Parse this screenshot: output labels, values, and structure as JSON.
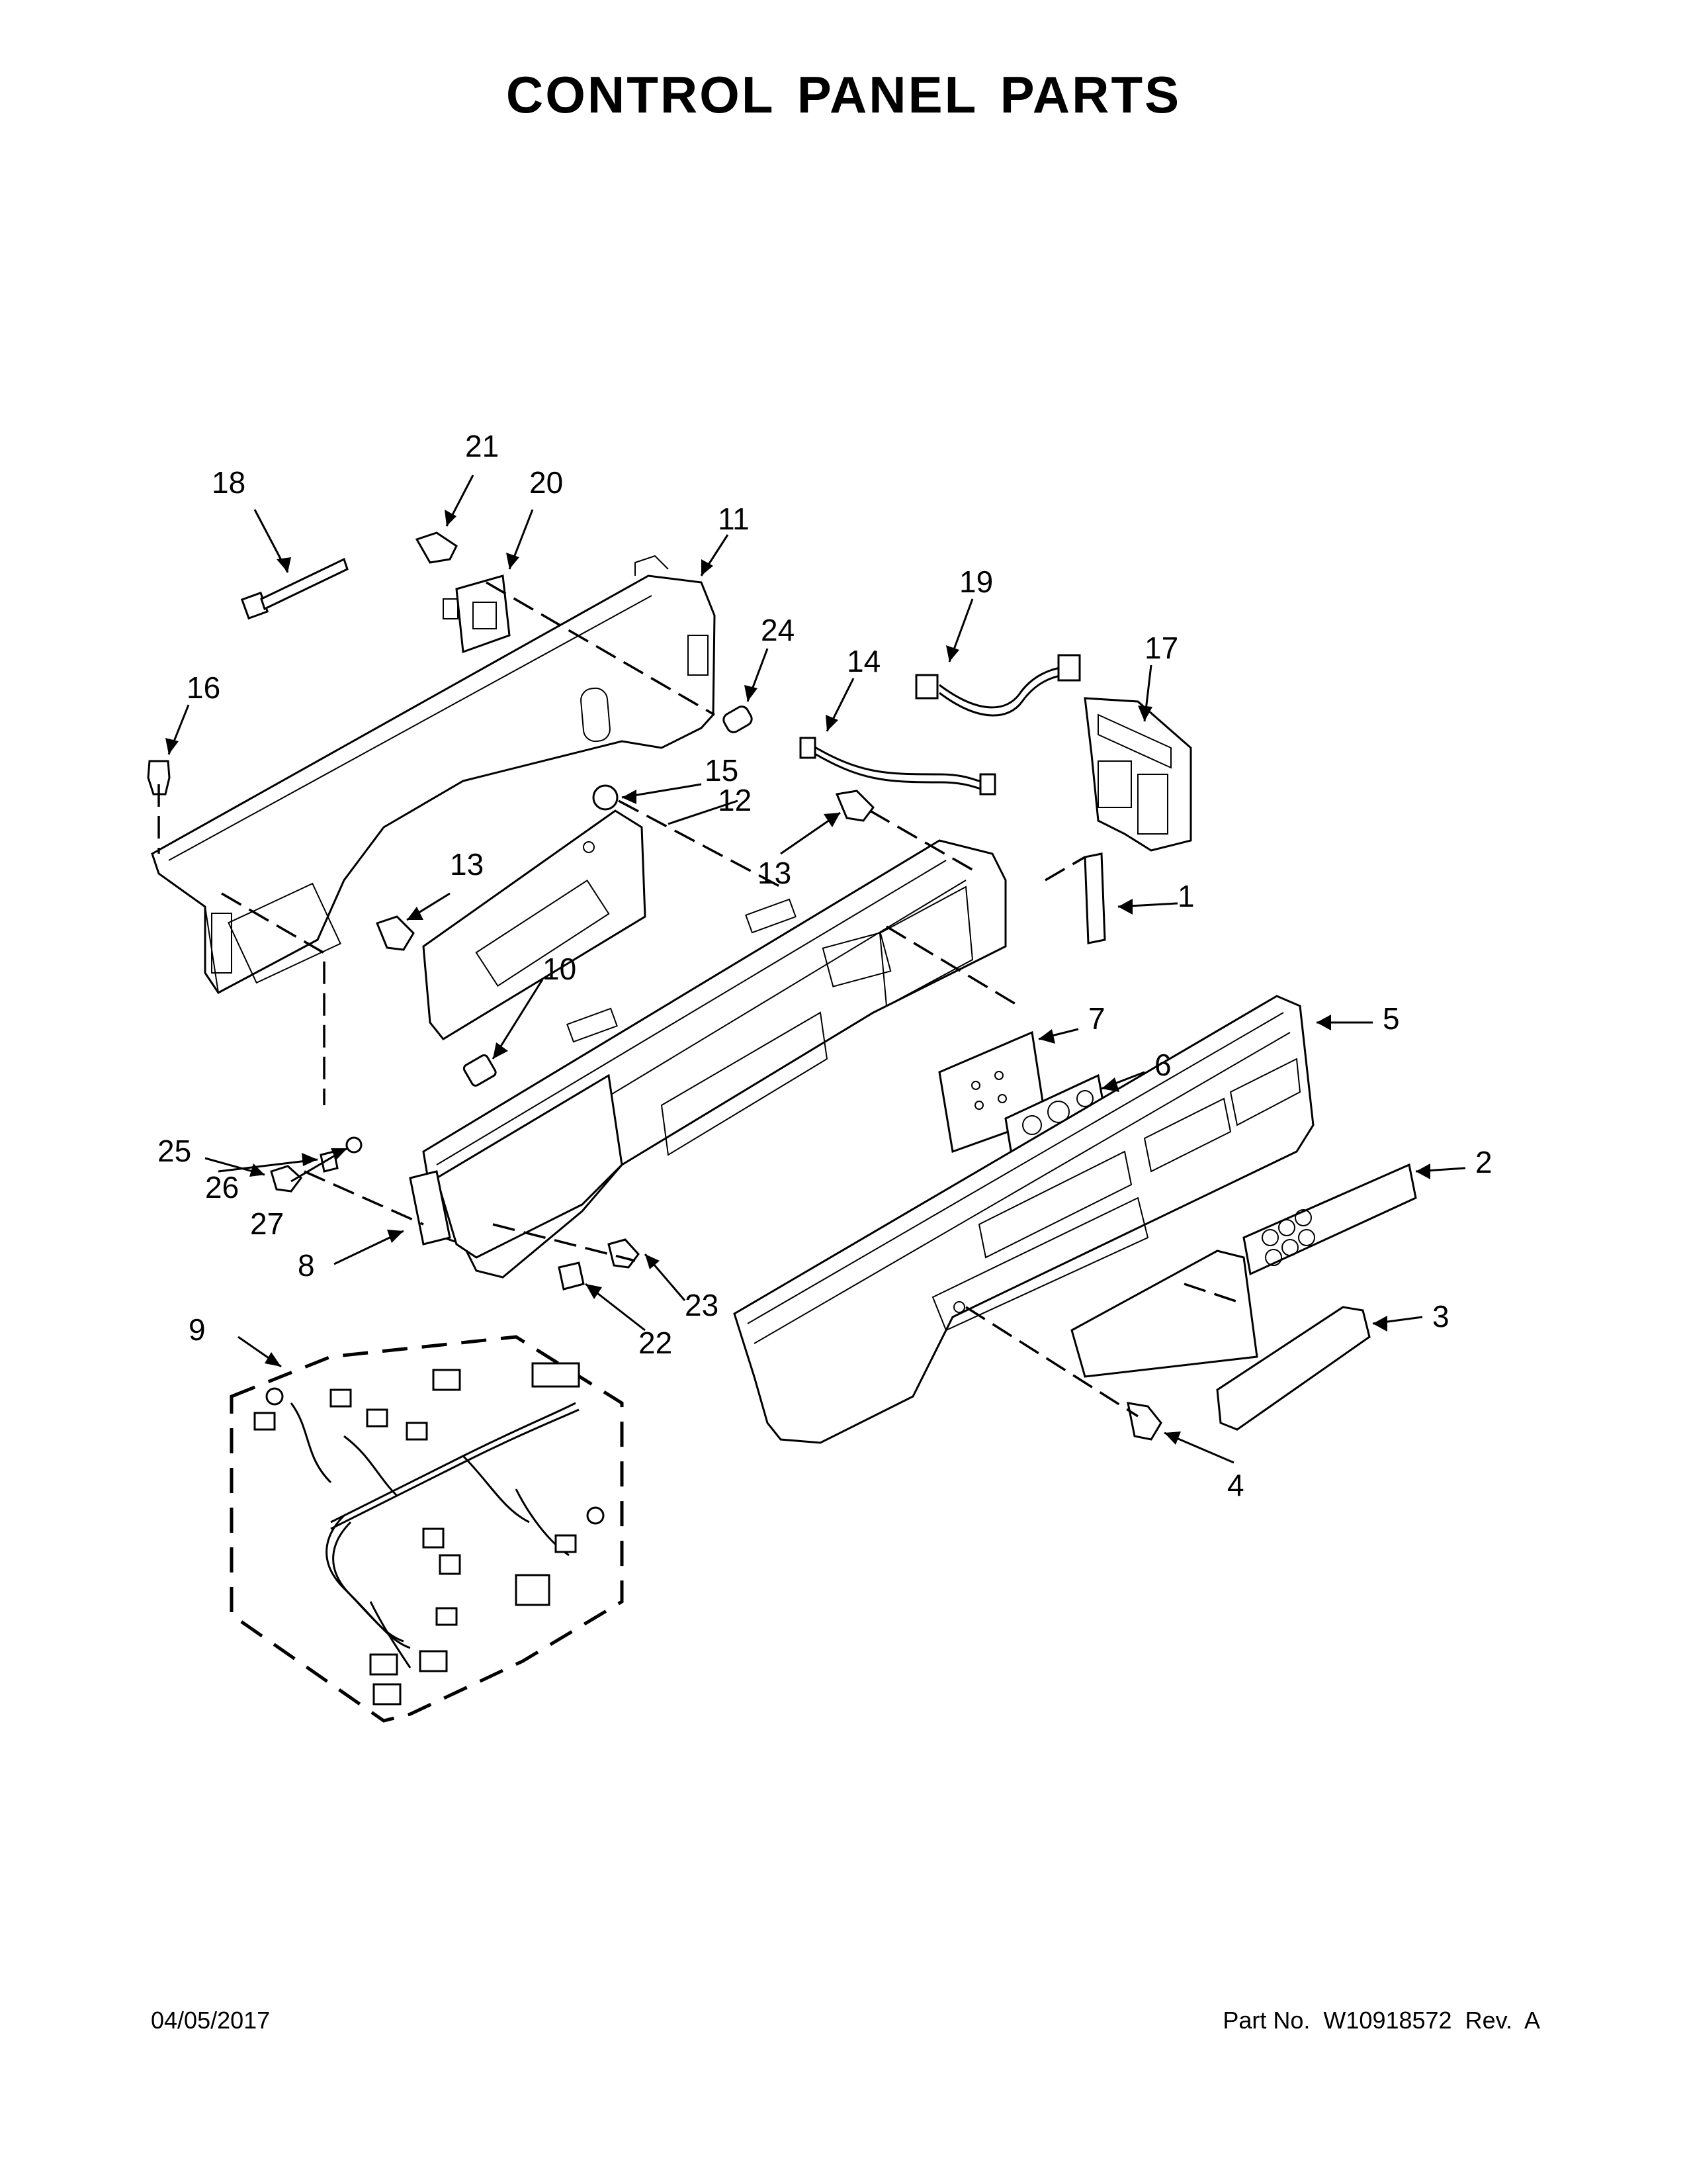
{
  "title": "CONTROL PANEL PARTS",
  "footer": {
    "date": "04/05/2017",
    "part_no_label": "Part No.",
    "part_no": "W10918572",
    "rev_label": "Rev.",
    "rev": "A"
  },
  "callouts": {
    "c1": "1",
    "c2": "2",
    "c3": "3",
    "c4": "4",
    "c5": "5",
    "c6": "6",
    "c7": "7",
    "c8": "8",
    "c9": "9",
    "c10": "10",
    "c11": "11",
    "c12": "12",
    "c13a": "13",
    "c13b": "13",
    "c14": "14",
    "c15": "15",
    "c16": "16",
    "c17": "17",
    "c18": "18",
    "c19": "19",
    "c20": "20",
    "c21": "21",
    "c22": "22",
    "c23": "23",
    "c24": "24",
    "c25": "25",
    "c26": "26",
    "c27": "27"
  }
}
